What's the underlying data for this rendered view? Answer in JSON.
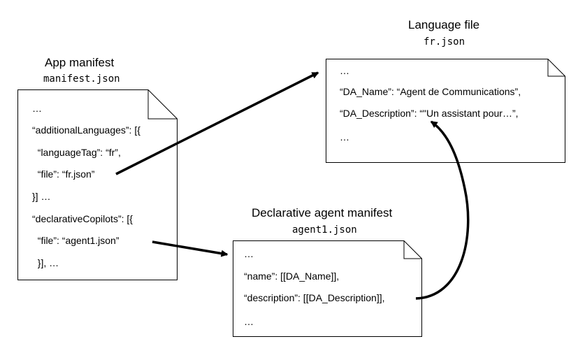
{
  "app_manifest": {
    "title": "App manifest",
    "filename": "manifest.json",
    "lines": [
      "…",
      "“additionalLanguages”: [{",
      "  “languageTag”: “fr”,",
      "  “file”: “fr.json”",
      "}] …",
      "“declarativeCopilots”: [{",
      "  “file”: “agent1.json”",
      "  }], …"
    ]
  },
  "language_file": {
    "title": "Language file",
    "filename": "fr.json",
    "lines": [
      "…",
      "“DA_Name”: “Agent de Communications”,",
      "“DA_Description”: “\"Un assistant pour…”,",
      "…"
    ]
  },
  "agent_manifest": {
    "title": "Declarative agent manifest",
    "filename": "agent1.json",
    "lines": [
      "…",
      "“name”: [[DA_Name]],",
      "“description”: [[DA_Description]],",
      "…"
    ]
  },
  "colors": {
    "stroke": "#000000",
    "background": "#ffffff"
  }
}
